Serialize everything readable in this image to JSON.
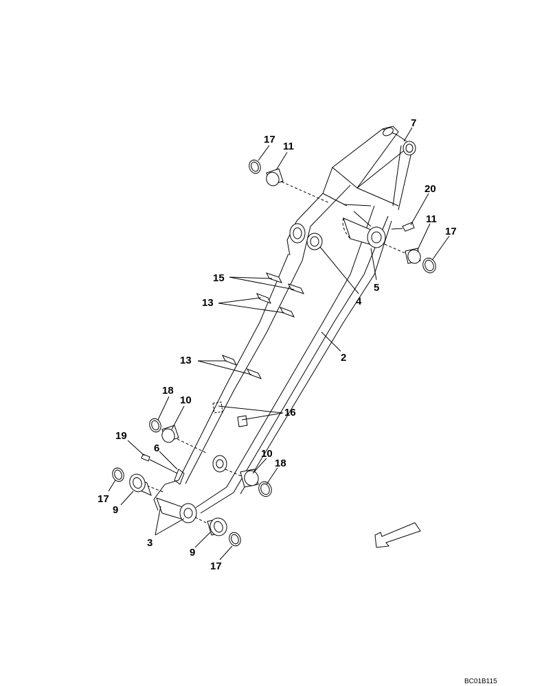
{
  "figure_code": "BC01B115",
  "callouts": {
    "c7": "7",
    "c17a": "17",
    "c11a": "11",
    "c20": "20",
    "c11b": "11",
    "c17b": "17",
    "c5": "5",
    "c4": "4",
    "c15": "15",
    "c13a": "13",
    "c2": "2",
    "c13b": "13",
    "c18a": "18",
    "c10a": "10",
    "c16": "16",
    "c19": "19",
    "c6": "6",
    "c10b": "10",
    "c18b": "18",
    "c17c": "17",
    "c9a": "9",
    "c3": "3",
    "c9b": "9",
    "c17d": "17"
  }
}
